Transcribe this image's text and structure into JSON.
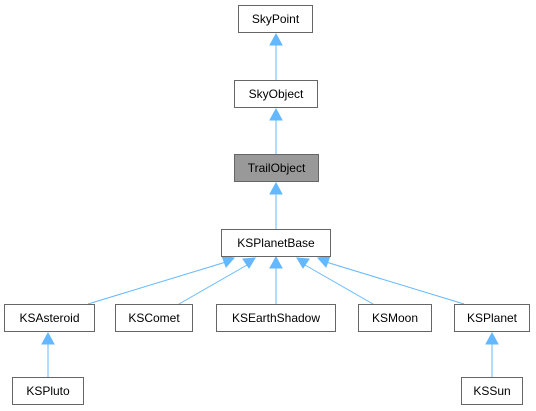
{
  "diagram": {
    "nodes": {
      "skypoint": "SkyPoint",
      "skyobject": "SkyObject",
      "trailobject": "TrailObject",
      "ksplanetbase": "KSPlanetBase",
      "ksasteroid": "KSAsteroid",
      "kscomet": "KSComet",
      "ksearthshadow": "KSEarthShadow",
      "ksmoon": "KSMoon",
      "ksplanet": "KSPlanet",
      "kspluto": "KSPluto",
      "kssun": "KSSun"
    },
    "edges": [
      {
        "from": "skyobject",
        "to": "skypoint"
      },
      {
        "from": "trailobject",
        "to": "skyobject"
      },
      {
        "from": "ksplanetbase",
        "to": "trailobject"
      },
      {
        "from": "ksasteroid",
        "to": "ksplanetbase"
      },
      {
        "from": "kscomet",
        "to": "ksplanetbase"
      },
      {
        "from": "ksearthshadow",
        "to": "ksplanetbase"
      },
      {
        "from": "ksmoon",
        "to": "ksplanetbase"
      },
      {
        "from": "ksplanet",
        "to": "ksplanetbase"
      },
      {
        "from": "kspluto",
        "to": "ksasteroid"
      },
      {
        "from": "kssun",
        "to": "ksplanet"
      }
    ],
    "current": "trailobject",
    "colors": {
      "edge": "#63b8ff",
      "arrowhead": "#63b8ff",
      "node_border": "#666666",
      "current_node_fill": "#999999",
      "node_fill": "#ffffff"
    }
  }
}
